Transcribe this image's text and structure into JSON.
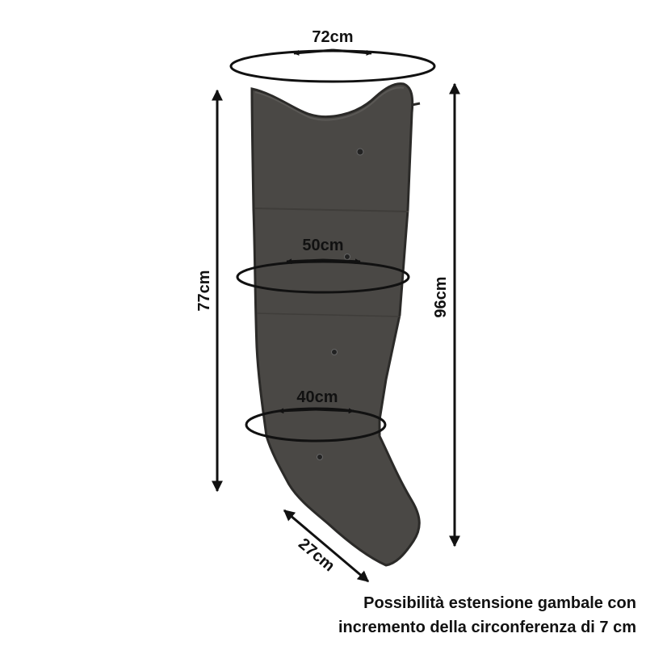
{
  "product": {
    "color": "#4a4845",
    "edge_color": "#2b2a28"
  },
  "measurements": {
    "top_circumference": "72cm",
    "thigh_circumference": "50cm",
    "calf_circumference": "40cm",
    "foot_opening": "27cm",
    "inner_length": "77cm",
    "total_length": "96cm"
  },
  "caption": {
    "line1": "Possibilità estensione gambale con",
    "line2": "incremento della circonferenza di 7 cm"
  }
}
